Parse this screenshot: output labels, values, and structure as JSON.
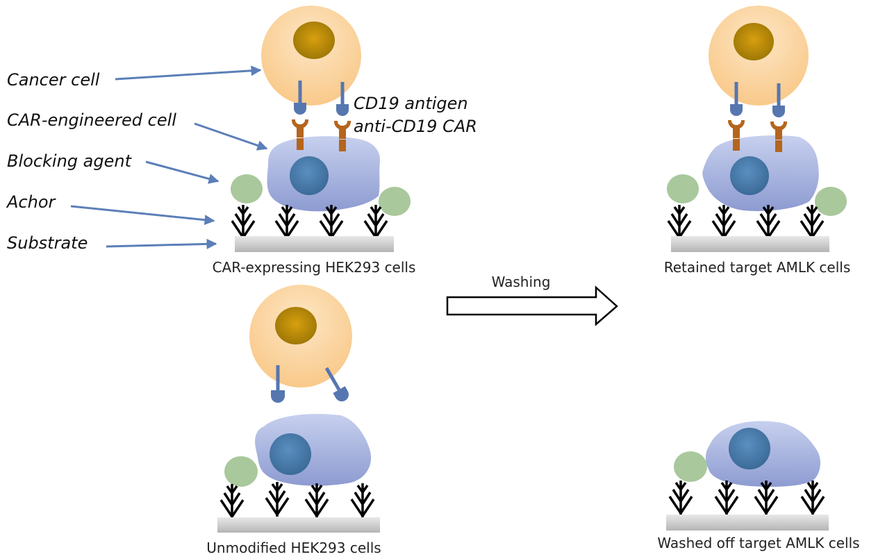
{
  "figure": {
    "left_labels": {
      "cancer_cell": "Cancer cell",
      "car_engineered_cell": "CAR-engineered cell",
      "blocking_agent": "Blocking agent",
      "anchor": "Achor",
      "substrate": "Substrate"
    },
    "receptor_labels": {
      "antigen": "CD19 antigen",
      "car": "anti-CD19 CAR"
    },
    "captions": {
      "car_expressing": "CAR-expressing HEK293 cells",
      "unmodified": "Unmodified HEK293 cells",
      "retained": "Retained target AMLK cells",
      "washed_off": "Washed off target AMLK cells"
    },
    "process_arrow": {
      "label": "Washing"
    },
    "colors": {
      "cancer_cell": "#fbd49e",
      "cancer_nucleus": "#b98a0a",
      "engineered_cell": "#9fabd8",
      "engineered_nucleus": "#4a7aa8",
      "blocking_agent": "#a9c89c",
      "antigen": "#5676b0",
      "car": "#b5651d",
      "pointer_arrow": "#5b7fb8",
      "substrate": "#cfcfcf"
    }
  }
}
